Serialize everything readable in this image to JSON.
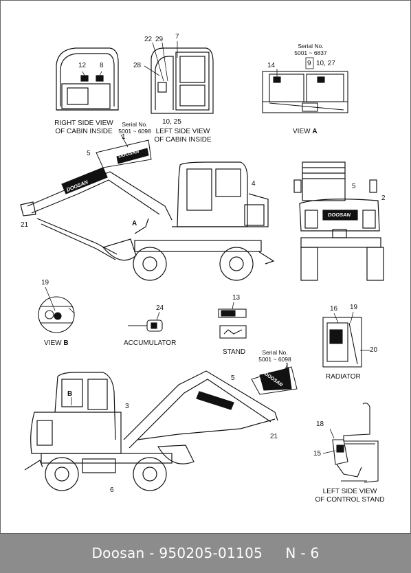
{
  "captions": {
    "right_side_view": [
      "RIGHT SIDE VIEW",
      "OF CABIN INSIDE"
    ],
    "left_side_view": [
      "LEFT SIDE VIEW",
      "OF CABIN INSIDE"
    ],
    "view_a_prefix": "VIEW ",
    "view_a_letter": "A",
    "view_b_prefix": "VIEW ",
    "view_b_letter": "B",
    "accumulator": "ACCUMULATOR",
    "stand": "STAND",
    "radiator": "RADIATOR",
    "control_stand": [
      "LEFT SIDE VIEW",
      "OF CONTROL STAND"
    ]
  },
  "serials": {
    "view_a": [
      "Serial No.",
      "5001 ~ 6837"
    ],
    "boom_top": [
      "Serial No.",
      "5001 ~ 6098"
    ],
    "boom_bottom": [
      "Serial No.",
      "5001 ~ 6098"
    ]
  },
  "callouts": {
    "c12": "12",
    "c8": "8",
    "c22": "22",
    "c29": "29",
    "c7": "7",
    "c28": "28",
    "c10_25": "10, 25",
    "c9": "9",
    "c10_27": "10, 27",
    "c14": "14",
    "c1_top": "1",
    "c5_top": "5",
    "c4": "4",
    "c21_top": "21",
    "a_arrow": "A",
    "c5_rear": "5",
    "c2": "2",
    "c19_b": "19",
    "c24": "24",
    "c13": "13",
    "c16": "16",
    "c19_rad": "19",
    "c20": "20",
    "c5_bottom": "5",
    "c1_bottom": "1",
    "c3": "3",
    "b_arrow": "B",
    "c21_bottom": "21",
    "c6": "6",
    "c18": "18",
    "c15": "15"
  },
  "decals": {
    "brand": "DOOSAN"
  },
  "footer": {
    "text": "Doosan - 950205-01105     N - 6"
  },
  "colors": {
    "footer_bg": "#8c8c8c",
    "footer_text": "#ffffff",
    "line": "#111111"
  }
}
